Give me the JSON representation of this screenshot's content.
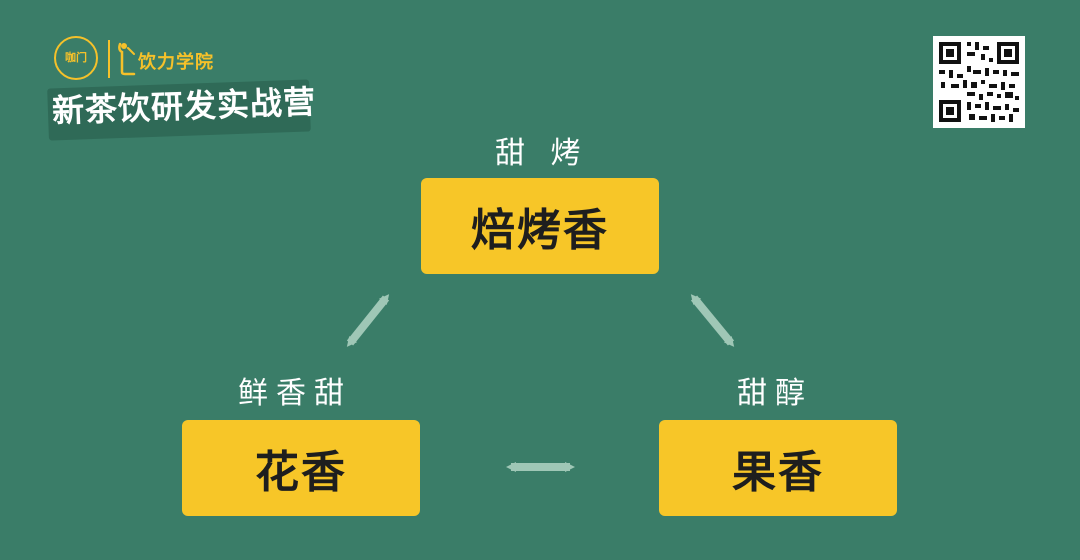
{
  "header": {
    "logo_text": "咖门",
    "academy_name": "饮力学院",
    "camp_title": "新茶饮研发实战营"
  },
  "diagram": {
    "top": {
      "label": "甜 烤",
      "box": "焙烤香"
    },
    "left": {
      "label": "鲜香甜",
      "box": "花香"
    },
    "right": {
      "label": "甜醇",
      "box": "果香"
    }
  },
  "colors": {
    "background": "#3a7d68",
    "box": "#f7c628",
    "accent": "#f5c12a",
    "arrow": "#9fc7b6"
  },
  "icons": [
    "qr-code-icon",
    "logo-mark-icon",
    "double-arrow-icon"
  ]
}
